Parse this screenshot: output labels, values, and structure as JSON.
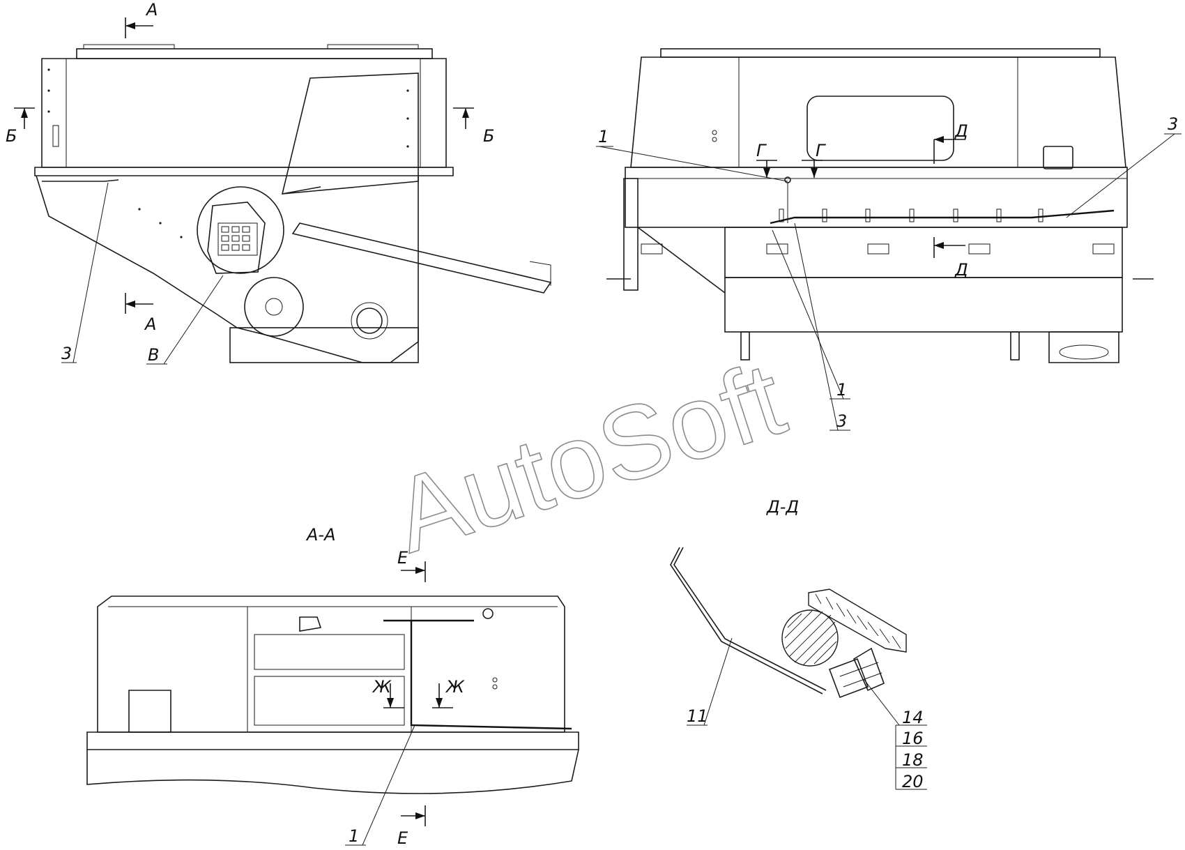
{
  "watermark": "AutoSoft",
  "views": {
    "side_view": {
      "section_mark_a_top": "А",
      "section_mark_a_bottom": "А",
      "section_mark_b_left": "Б",
      "section_mark_b_right": "Б",
      "callout_3": "3",
      "callout_v": "В"
    },
    "front_view": {
      "callout_1_top": "1",
      "callout_3_top": "3",
      "section_mark_g_left": "Г",
      "section_mark_g_right": "Г",
      "section_mark_d_top": "Д",
      "section_mark_d_bottom": "Д",
      "callout_1_bottom": "1",
      "callout_3_bottom": "3"
    },
    "section_aa": {
      "title": "А-А",
      "section_mark_e_top": "Е",
      "section_mark_e_bottom": "Е",
      "section_mark_zh_left": "Ж",
      "section_mark_zh_right": "Ж",
      "callout_1": "1"
    },
    "section_dd": {
      "title": "Д-Д",
      "callout_11": "11",
      "parts_list": [
        "14",
        "16",
        "18",
        "20"
      ]
    }
  }
}
